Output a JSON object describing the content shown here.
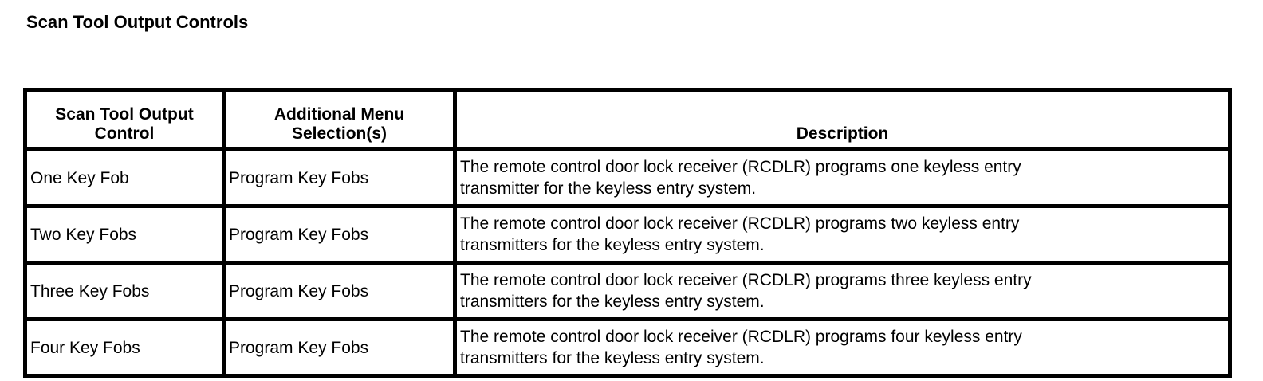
{
  "page": {
    "title": "Scan Tool Output Controls"
  },
  "table": {
    "headers": {
      "control": "Scan Tool Output\nControl",
      "menu_selection": "Additional Menu\nSelection(s)",
      "description": "Description"
    },
    "rows": [
      {
        "control": "One Key Fob",
        "menu_selection": "Program Key Fobs",
        "description": "The remote control door lock receiver (RCDLR) programs one keyless entry\ntransmitter for the keyless entry system."
      },
      {
        "control": "Two Key Fobs",
        "menu_selection": "Program Key Fobs",
        "description": "The remote control door lock receiver (RCDLR) programs two keyless entry\ntransmitters for the keyless entry system."
      },
      {
        "control": "Three Key Fobs",
        "menu_selection": "Program Key Fobs",
        "description": "The remote control door lock receiver (RCDLR) programs three keyless entry\ntransmitters for the keyless entry system."
      },
      {
        "control": "Four Key Fobs",
        "menu_selection": "Program Key Fobs",
        "description": "The remote control door lock receiver (RCDLR) programs four keyless entry\ntransmitters for the keyless entry system."
      }
    ]
  }
}
